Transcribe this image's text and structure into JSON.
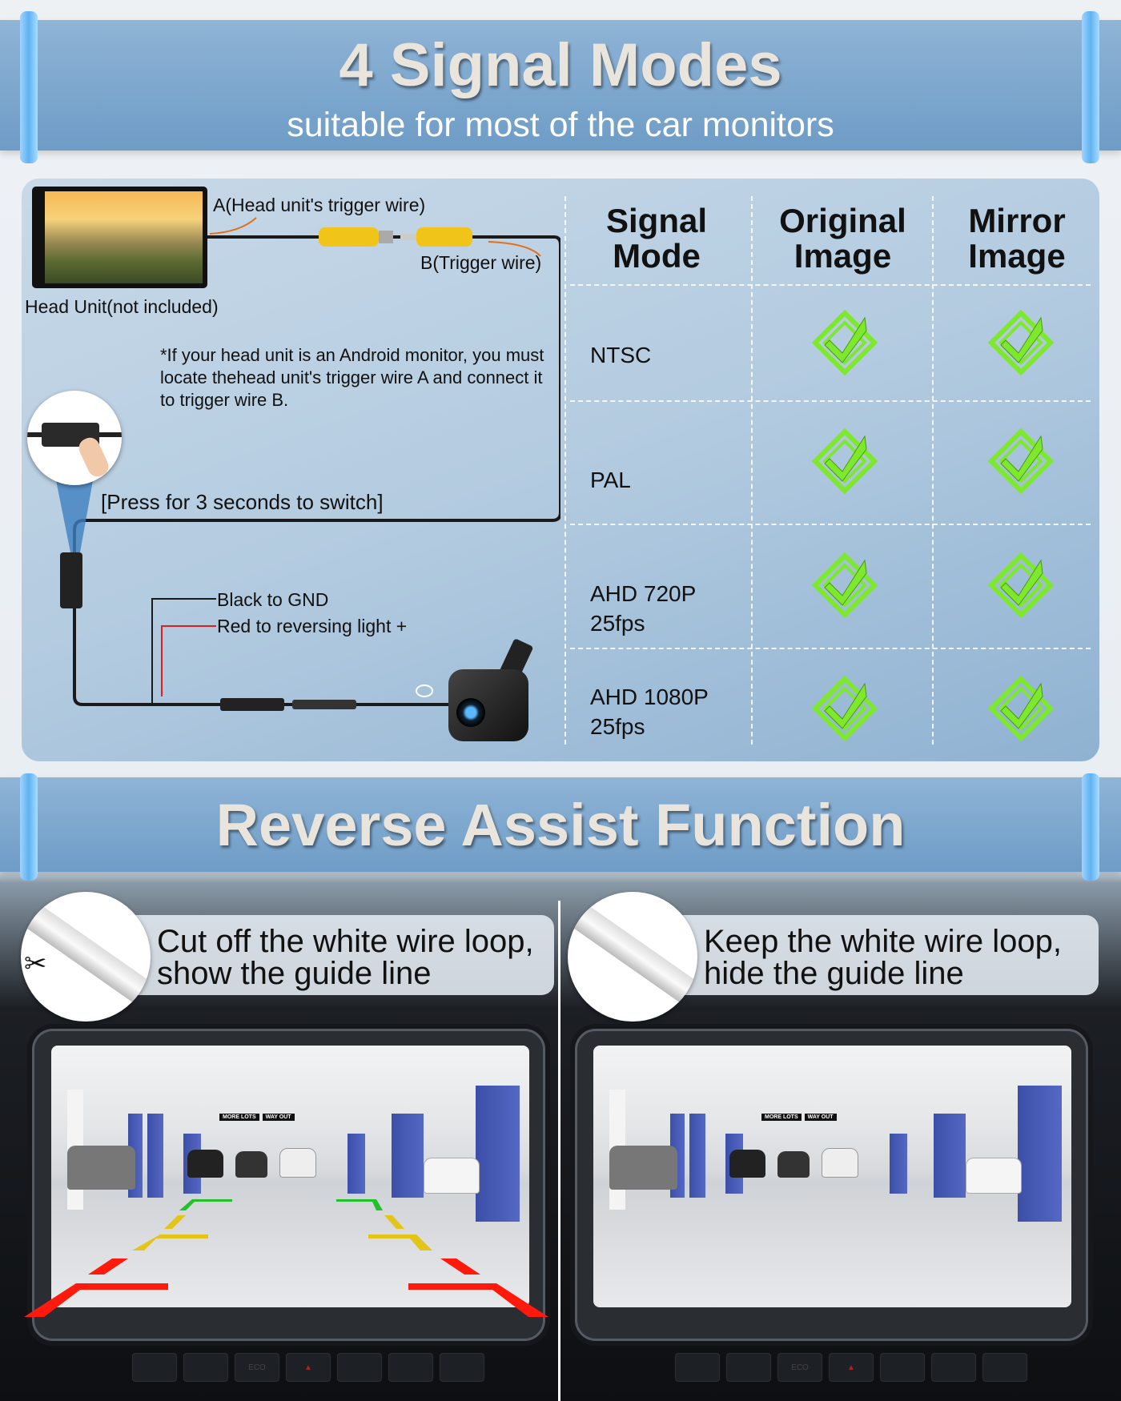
{
  "header": {
    "title": "4 Signal Modes",
    "subtitle": "suitable for most of the car monitors"
  },
  "diagram": {
    "wire_a_label": "A(Head unit's trigger wire)",
    "wire_b_label": "B(Trigger wire)",
    "head_unit_label": "Head Unit(not included)",
    "note": "*If your head unit is an Android monitor, you must locate thehead unit's trigger wire A and connect it to trigger wire B.",
    "press_label": "[Press for 3 seconds to switch]",
    "black_label": "Black to GND",
    "red_label": "Red to reversing light +"
  },
  "table": {
    "headers": [
      "Signal Mode",
      "Original Image",
      "Mirror Image"
    ],
    "rows": [
      {
        "mode": "NTSC",
        "original": true,
        "mirror": true
      },
      {
        "mode": "PAL",
        "original": true,
        "mirror": true
      },
      {
        "mode": "AHD 720P 25fps",
        "original": true,
        "mirror": true
      },
      {
        "mode": "AHD 1080P 25fps",
        "original": true,
        "mirror": true
      }
    ]
  },
  "reverse": {
    "title": "Reverse Assist Function",
    "left": {
      "line1": "Cut off the white wire loop,",
      "line2": "show the guide line"
    },
    "right": {
      "line1": "Keep the white wire loop,",
      "line2": "hide the guide line"
    },
    "signs": [
      "MORE LOTS",
      "WAY OUT"
    ],
    "dash_buttons": [
      "ECO"
    ]
  },
  "colors": {
    "banner": "#7aa6cf",
    "check": "#7ee82c",
    "guide_green": "#22c02a",
    "guide_yellow": "#e3c51a",
    "guide_red": "#ff1a0d"
  }
}
